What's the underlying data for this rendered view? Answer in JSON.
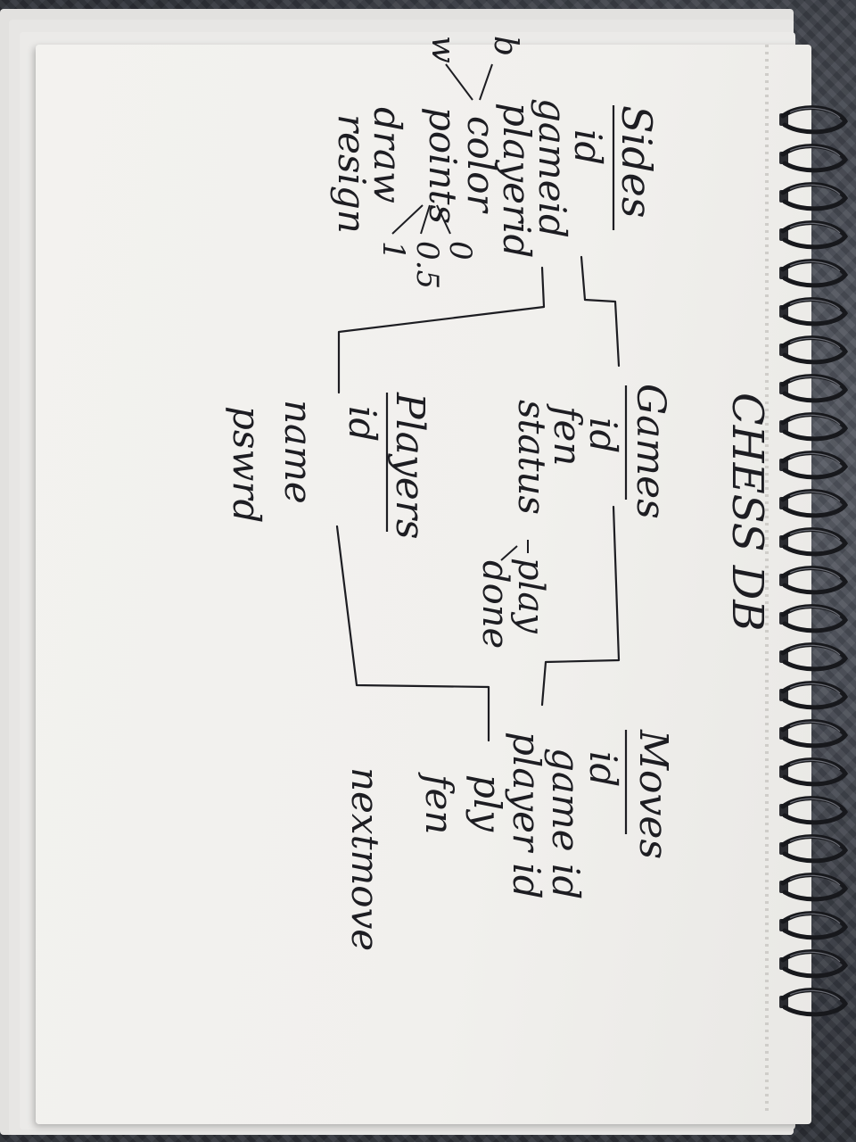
{
  "diagram": {
    "title": "CHESS DB",
    "tables": [
      {
        "name": "Sides",
        "fields": [
          "id",
          "gameid",
          "playerid",
          "color",
          "points",
          "draw",
          "resign"
        ],
        "annotations": {
          "color_values": [
            "b",
            "w"
          ],
          "points_values": [
            "0",
            "0.5",
            "1"
          ]
        }
      },
      {
        "name": "Games",
        "fields": [
          "id",
          "fen",
          "status"
        ],
        "annotations": {
          "status_values": [
            "play",
            "done"
          ]
        }
      },
      {
        "name": "Players",
        "fields": [
          "id",
          "name",
          "pswrd"
        ]
      },
      {
        "name": "Moves",
        "fields": [
          "id",
          "game id",
          "player id",
          "ply",
          "fen",
          "nextmove"
        ]
      }
    ]
  },
  "colors": {
    "paper": "#f1f0ed",
    "ink": "#1d1d22",
    "spiral": "#17181c",
    "background": "#3a3d44"
  }
}
